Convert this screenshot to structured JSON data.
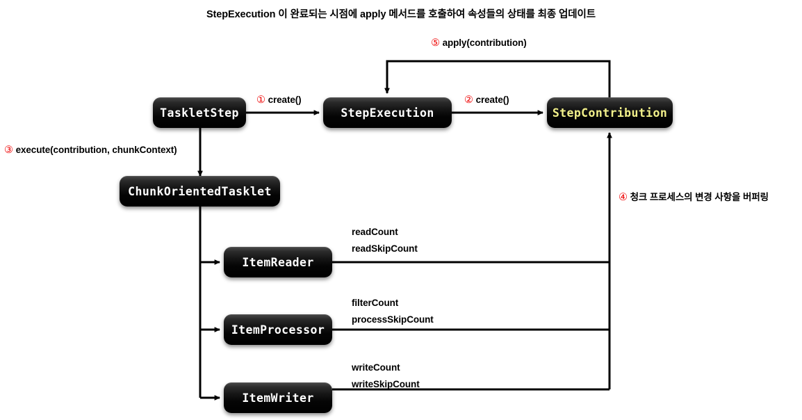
{
  "diagram": {
    "title": "StepExecution 이 완료되는 시점에 apply 메서드를 호출하여 속성들의 상태를 최종 업데이트",
    "nodes": {
      "tasklet_step": "TaskletStep",
      "step_execution": "StepExecution",
      "step_contribution": "StepContribution",
      "chunk_oriented_tasklet": "ChunkOrientedTasklet",
      "item_reader": "ItemReader",
      "item_processor": "ItemProcessor",
      "item_writer": "ItemWriter"
    },
    "edge_labels": {
      "apply": {
        "num": "⑤",
        "text": "apply(contribution)"
      },
      "create1": {
        "num": "①",
        "text": "create()"
      },
      "create2": {
        "num": "②",
        "text": "create()"
      },
      "execute": {
        "num": "③",
        "text": "execute(contribution, chunkContext)"
      },
      "buffer": {
        "num": "④",
        "text": "청크 프로세스의 변경 사항을 버퍼링"
      }
    },
    "properties": {
      "reader": [
        "readCount",
        "readSkipCount"
      ],
      "processor": [
        "filterCount",
        "processSkipCount"
      ],
      "writer": [
        "writeCount",
        "writeSkipCount"
      ]
    },
    "colors": {
      "node_fill": "#000000",
      "node_text": "#ffffff",
      "accent_text": "#f2f08a",
      "number_marker": "#ee0000",
      "wire": "#000000",
      "background": "#ffffff"
    }
  }
}
